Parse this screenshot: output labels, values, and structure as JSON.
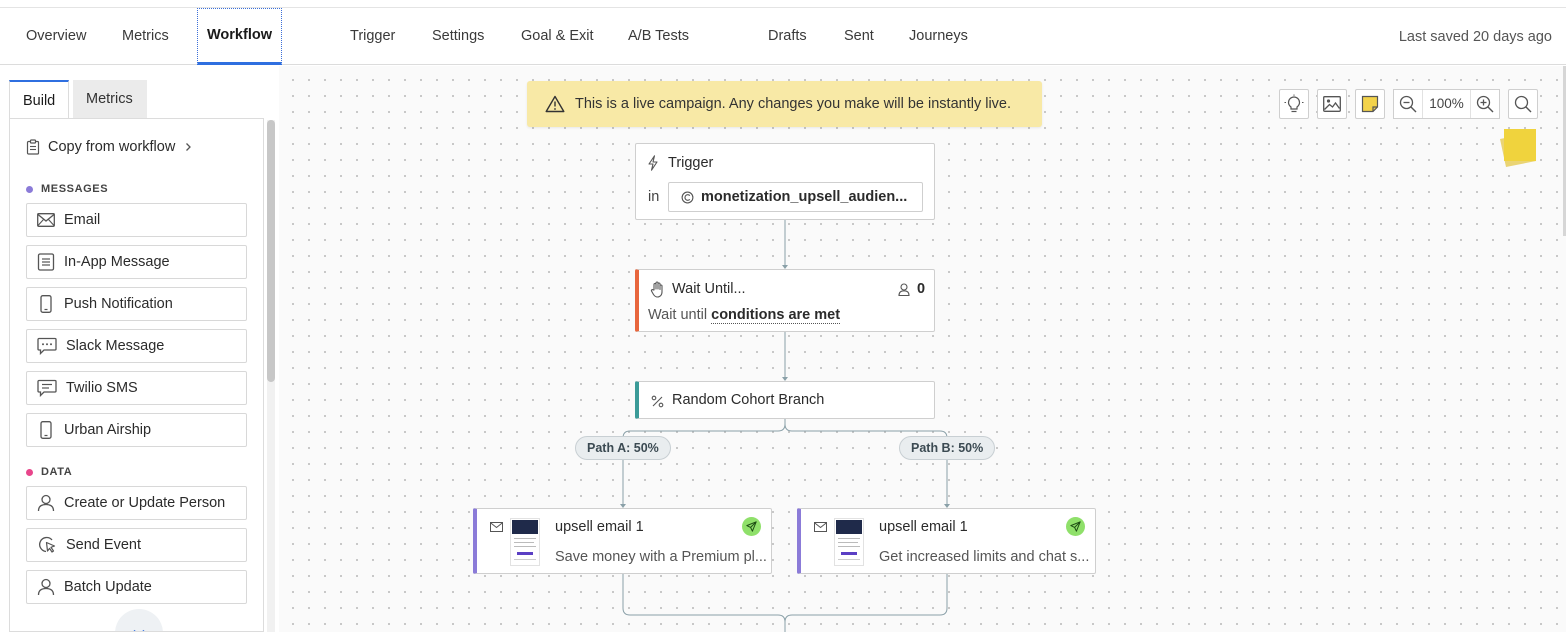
{
  "topnav": {
    "tabs": [
      {
        "label": "Overview"
      },
      {
        "label": "Metrics"
      },
      {
        "label": "Workflow"
      },
      {
        "label": "Trigger"
      },
      {
        "label": "Settings"
      },
      {
        "label": "Goal & Exit"
      },
      {
        "label": "A/B Tests"
      },
      {
        "label": "Drafts"
      },
      {
        "label": "Sent"
      },
      {
        "label": "Journeys"
      }
    ],
    "last_saved": "Last saved 20 days ago"
  },
  "panel": {
    "tabs": {
      "build": "Build",
      "metrics": "Metrics"
    },
    "copy_from_workflow": "Copy from workflow",
    "messages_heading": "MESSAGES",
    "messages": [
      {
        "label": "Email",
        "icon": "envelope-icon"
      },
      {
        "label": "In-App Message",
        "icon": "in-app-icon"
      },
      {
        "label": "Push Notification",
        "icon": "phone-icon"
      },
      {
        "label": "Slack Message",
        "icon": "chat-bubble-icon"
      },
      {
        "label": "Twilio SMS",
        "icon": "sms-icon"
      },
      {
        "label": "Urban Airship",
        "icon": "phone-icon"
      }
    ],
    "data_heading": "DATA",
    "data_items": [
      {
        "label": "Create or Update Person",
        "icon": "person-icon"
      },
      {
        "label": "Send Event",
        "icon": "cursor-click-icon"
      },
      {
        "label": "Batch Update",
        "icon": "person-icon"
      }
    ],
    "colors": {
      "messages_dot": "#8b7bd8",
      "data_dot": "#e8458b"
    }
  },
  "banner": {
    "text": "This is a live campaign. Any changes you make will be instantly live."
  },
  "toolbar": {
    "zoom": "100%"
  },
  "workflow": {
    "trigger": {
      "title": "Trigger",
      "in_label": "in",
      "audience": "monetization_upsell_audien..."
    },
    "wait": {
      "title": "Wait Until...",
      "count": "0",
      "desc_prefix": "Wait until",
      "desc_link": "conditions are met"
    },
    "branch": {
      "title": "Random Cohort Branch"
    },
    "paths": [
      {
        "label": "Path A: 50%"
      },
      {
        "label": "Path B: 50%"
      }
    ],
    "emails": [
      {
        "title": "upsell email 1",
        "subtitle": "Save money with a Premium pl..."
      },
      {
        "title": "upsell email 1",
        "subtitle": "Get increased limits and chat s..."
      }
    ]
  }
}
